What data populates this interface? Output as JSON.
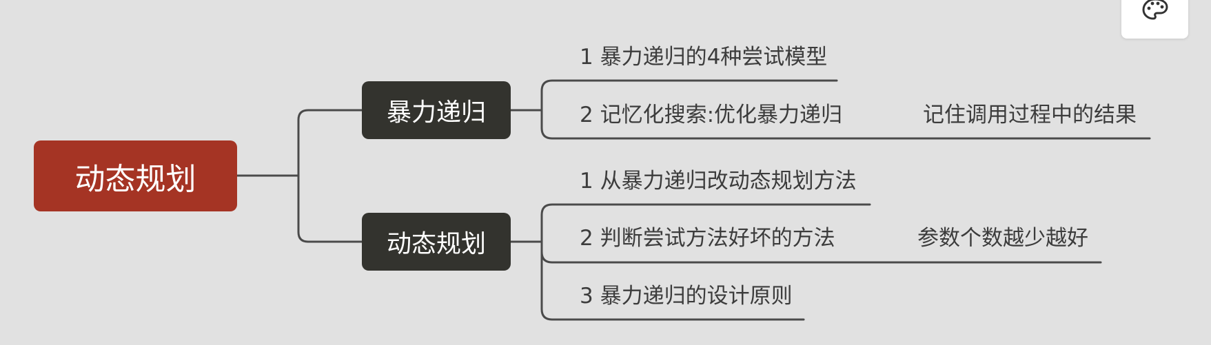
{
  "root": {
    "label": "动态规划"
  },
  "branches": [
    {
      "label": "暴力递归",
      "children": [
        {
          "label": "1 暴力递归的4种尝试模型"
        },
        {
          "label": "2 记忆化搜索:优化暴力递归",
          "note": "记住调用过程中的结果"
        }
      ]
    },
    {
      "label": "动态规划",
      "children": [
        {
          "label": "1 从暴力递归改动态规划方法"
        },
        {
          "label": "2 判断尝试方法好坏的方法",
          "note": "参数个数越少越好"
        },
        {
          "label": "3 暴力递归的设计原则"
        }
      ]
    }
  ],
  "toolbar": {
    "palette_icon": "palette-icon"
  },
  "colors": {
    "background": "#e1e1e1",
    "root_fill": "#a53424",
    "branch_fill": "#33332e",
    "line": "#4a4a4a",
    "leaf_text": "#3c3c3c"
  }
}
